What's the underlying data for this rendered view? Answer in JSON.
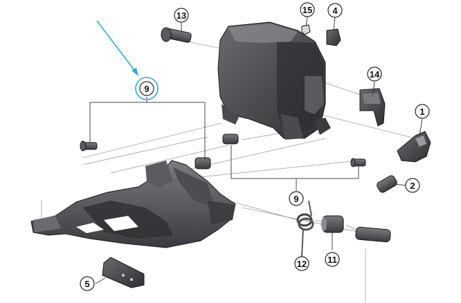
{
  "callouts": [
    {
      "id": "c1",
      "label": "1"
    },
    {
      "id": "c2",
      "label": "2"
    },
    {
      "id": "c4",
      "label": "4"
    },
    {
      "id": "c5",
      "label": "5"
    },
    {
      "id": "c9a",
      "label": "9"
    },
    {
      "id": "c9b",
      "label": "9"
    },
    {
      "id": "c11",
      "label": "11"
    },
    {
      "id": "c12",
      "label": "12"
    },
    {
      "id": "c13",
      "label": "13"
    },
    {
      "id": "c14",
      "label": "14"
    },
    {
      "id": "c15",
      "label": "15"
    }
  ],
  "colors": {
    "highlight": "#2aa9df",
    "part_dark": "#3b3b3d",
    "part_mid": "#55565a",
    "part_light": "#6e6f73",
    "leader": "#444444"
  },
  "icons": [
    "arrow-pointer-icon"
  ]
}
